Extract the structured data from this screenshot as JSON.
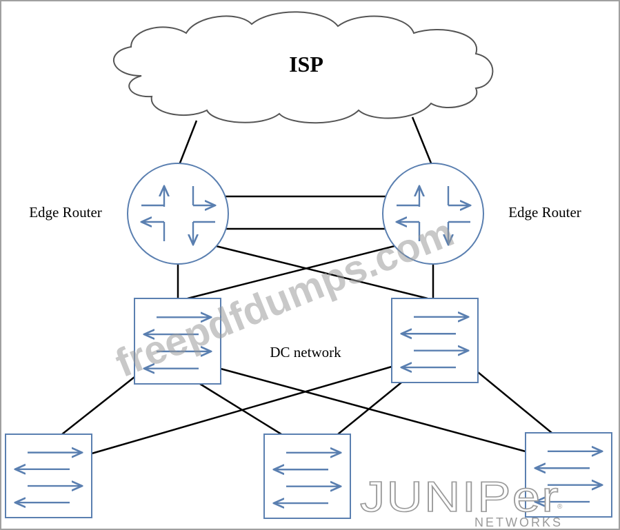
{
  "cloud": {
    "label": "ISP"
  },
  "routers": {
    "left_label": "Edge Router",
    "right_label": "Edge Router"
  },
  "network": {
    "label": "DC network"
  },
  "watermark": {
    "text": "freepdfdumps.com"
  },
  "logo": {
    "brand": "JUNIPer",
    "sub": "NETWORKS",
    "mark": "®"
  },
  "colors": {
    "line": "#000000",
    "symbol_fill": "#ffffff",
    "symbol_stroke": "#5a7fb0",
    "arrow": "#5a7fb0",
    "cloud_stroke": "#555555",
    "watermark": "#9a9a9a",
    "logo": "#9a9a9a",
    "frame": "#a0a0a0"
  }
}
